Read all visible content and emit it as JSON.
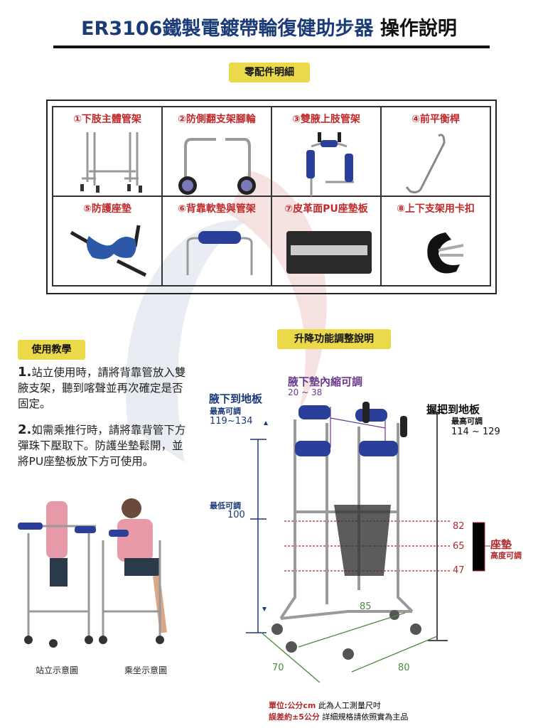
{
  "title": {
    "main": "ER3106鐵製電鍍帶輪復健助步器",
    "suffix": "操作說明"
  },
  "parts_badge": "零配件明細",
  "parts": [
    {
      "label": "①下肢主體管架"
    },
    {
      "label": "②防側翻支架腳輪"
    },
    {
      "label": "③雙腋上肢管架"
    },
    {
      "label": "④前平衡桿"
    },
    {
      "label": "⑤防護座墊"
    },
    {
      "label": "⑥背靠軟墊與管架"
    },
    {
      "label": "⑦皮革面PU座墊板"
    },
    {
      "label": "⑧上下支架用卡扣"
    }
  ],
  "tutorial": {
    "badge": "使用教學",
    "steps": [
      {
        "num": "1.",
        "text": "站立使用時，請將背靠管放入雙腋支架，聽到喀聲並再次確定是否固定。"
      },
      {
        "num": "2.",
        "text": "如需乘推行時，請將靠背管下方彈珠下壓取下。防護坐墊鬆開，並將PU座墊板放下方可使用。"
      }
    ],
    "captions": [
      "站立示意圖",
      "乘坐示意圖"
    ]
  },
  "adjust": {
    "badge": "升降功能調整說明",
    "armpit_pad": {
      "title": "腋下墊內縮可調",
      "range": "20 ~ 38"
    },
    "armpit_floor": {
      "title": "腋下到地板",
      "max_label": "最高可調",
      "max": "119~134",
      "min_label": "最低可調",
      "min": "100"
    },
    "grip_floor": {
      "title": "握把到地板",
      "max_label": "最高可調",
      "max": "114 ~ 129"
    },
    "seat": {
      "title": "座墊",
      "sub": "高度可調",
      "values": [
        "82",
        "65",
        "47"
      ]
    },
    "dims": {
      "depth": "85",
      "width": "70",
      "length": "80"
    },
    "notes": [
      {
        "red": "單位:公分cm",
        "black": "此為人工測量尺吋"
      },
      {
        "red": "誤差約±5公分",
        "black": "詳細規格請依照實為主品"
      }
    ]
  }
}
